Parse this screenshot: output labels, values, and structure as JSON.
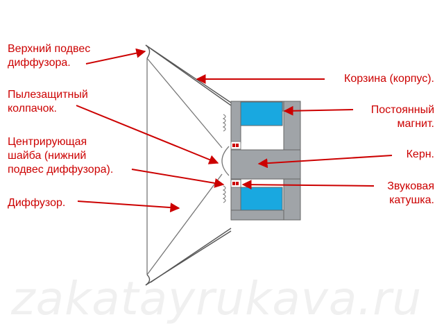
{
  "labels": {
    "upper_suspension": "Верхний подвес\nдиффузора.",
    "dust_cap": "Пылезащитный\nколпачок.",
    "spider": "Центрирующая\nшайба (нижний\nподвес диффузора).",
    "cone": "Диффузор.",
    "basket": "Корзина (корпус).",
    "magnet": "Постоянный\nмагнит.",
    "core": "Керн.",
    "voice_coil": "Звуковая\nкатушка."
  },
  "watermark": "zakatayrukava.ru",
  "colors": {
    "label_text": "#cc0000",
    "arrow": "#cc0000",
    "magnet": "#19a8e0",
    "steel": "#a0a4a8",
    "outline": "#666666"
  }
}
